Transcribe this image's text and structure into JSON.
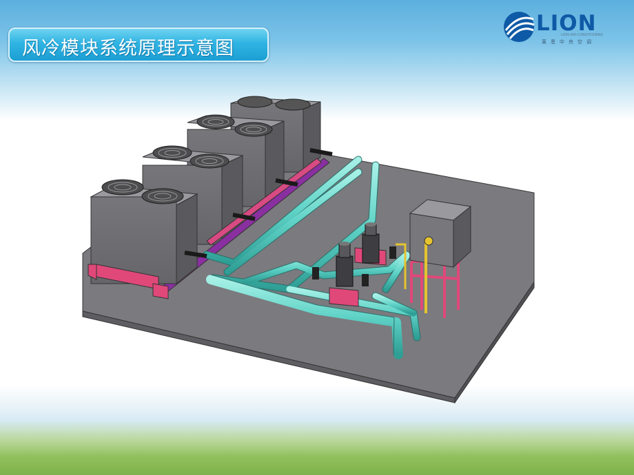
{
  "header": {
    "title": "风冷模块系统原理示意图"
  },
  "logo": {
    "name": "LION",
    "tagline": "LION AIR-CONDITIONING",
    "chinese_name": "莱恩中央空调"
  },
  "colors": {
    "brand_blue": "#0f5aa6",
    "title_bar": "#2fb4e3",
    "pipe": "#5fd2c6",
    "base_frame": "#e0487a",
    "unit_body": "#6f6e72",
    "floor": "#7b7a7e"
  }
}
